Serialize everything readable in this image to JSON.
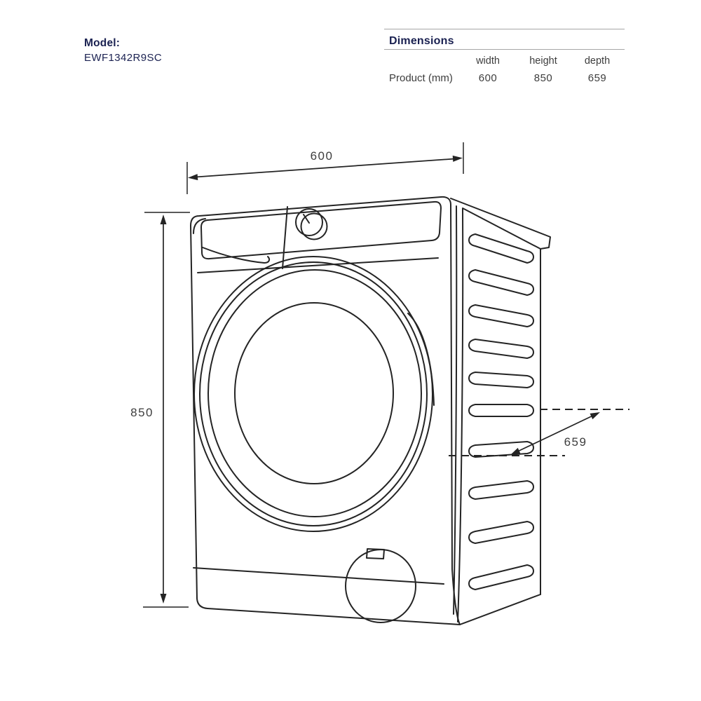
{
  "theme": {
    "navy": "#1a2151",
    "text_gray": "#3d3d3d",
    "line_black": "#242424",
    "rule_gray": "#a6a6a6",
    "background": "#ffffff"
  },
  "model": {
    "label": "Model:",
    "value": "EWF1342R9SC"
  },
  "dimensions_table": {
    "title": "Dimensions",
    "columns": [
      "width",
      "height",
      "depth"
    ],
    "row_label": "Product (mm)",
    "values": [
      "600",
      "850",
      "659"
    ]
  },
  "diagram": {
    "type": "dimension-drawing",
    "subject": "Front-load washing machine, three-quarter perspective line drawing",
    "labels": {
      "width": "600",
      "height": "850",
      "depth": "659"
    }
  }
}
